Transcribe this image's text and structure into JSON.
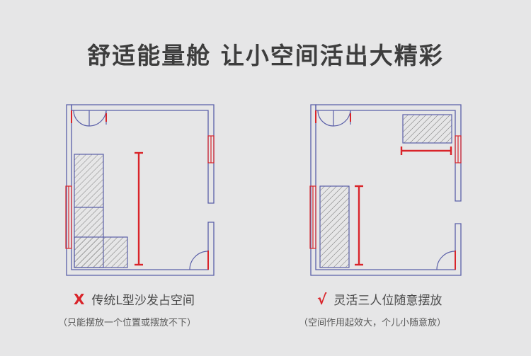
{
  "title": "舒适能量舱 让小空间活出大精彩",
  "left": {
    "mark": "X",
    "caption": "传统L型沙发占空间",
    "note": "（只能摆放一个位置或摆放不下）",
    "mark_color": "#d9242a"
  },
  "right": {
    "mark": "√",
    "caption": "灵活三人位随意摆放",
    "note": "（空间作用起效大，个儿小随意放）",
    "mark_color": "#d9242a"
  },
  "colors": {
    "wall": "#5a5fa8",
    "accent": "#d9242a",
    "background": "#e6e6e7"
  }
}
